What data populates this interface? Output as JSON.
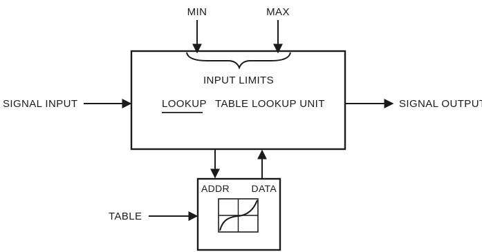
{
  "labels": {
    "min": "MIN",
    "max": "MAX",
    "input_limits": "INPUT LIMITS",
    "signal_input": "SIGNAL INPUT",
    "lookup": "LOOKUP",
    "unit_name": "TABLE LOOKUP UNIT",
    "signal_output": "SIGNAL OUTPUT",
    "addr": "ADDR",
    "data": "DATA",
    "table": "TABLE"
  }
}
